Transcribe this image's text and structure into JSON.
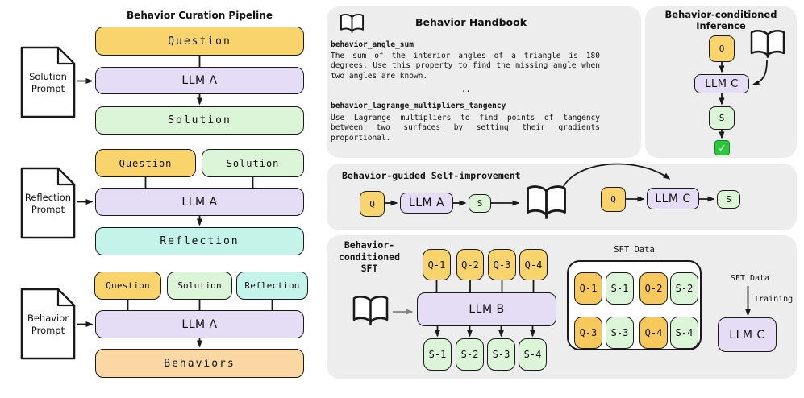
{
  "pipeline": {
    "title": "Behavior Curation Pipeline",
    "stage1": {
      "doc_line1": "Solution",
      "doc_line2": "Prompt",
      "input1": "Question",
      "llm": "LLM A",
      "output": "Solution"
    },
    "stage2": {
      "doc_line1": "Reflection",
      "doc_line2": "Prompt",
      "input1": "Question",
      "input2": "Solution",
      "llm": "LLM A",
      "output": "Reflection"
    },
    "stage3": {
      "doc_line1": "Behavior",
      "doc_line2": "Prompt",
      "input1": "Question",
      "input2": "Solution",
      "input3": "Reflection",
      "llm": "LLM A",
      "output": "Behaviors"
    }
  },
  "handbook": {
    "title": "Behavior Handbook",
    "entry1_name": "behavior_angle_sum",
    "entry1_text": "The sum of the interior angles of a triangle is 180 degrees. Use this property to find the missing angle when two angles are known.",
    "separator": "..",
    "entry2_name": "behavior_lagrange_multipliers_tangency",
    "entry2_text": "Use Lagrange multipliers to find points of tangency between two surfaces by setting their gradients proportional."
  },
  "inference": {
    "title_line1": "Behavior-conditioned",
    "title_line2": "Inference",
    "q": "Q",
    "llm": "LLM C",
    "s": "S",
    "check": "✓"
  },
  "self_improvement": {
    "title": "Behavior-guided Self-improvement",
    "q1": "Q",
    "llm_a": "LLM A",
    "s1": "S",
    "q2": "Q",
    "llm_c": "LLM C",
    "s2": "S"
  },
  "sft": {
    "title_line1": "Behavior-",
    "title_line2": "conditioned SFT",
    "q1": "Q-1",
    "q2": "Q-2",
    "q3": "Q-3",
    "q4": "Q-4",
    "llm_b": "LLM B",
    "s1": "S-1",
    "s2": "S-2",
    "s3": "S-3",
    "s4": "S-4",
    "data_label": "SFT Data",
    "pair_q1": "Q-1",
    "pair_s1": "S-1",
    "pair_q2": "Q-2",
    "pair_s2": "S-2",
    "pair_q3": "Q-3",
    "pair_s3": "S-3",
    "pair_q4": "Q-4",
    "pair_s4": "S-4",
    "right_data_label": "SFT Data",
    "training_label": "Training",
    "llm_c": "LLM C"
  },
  "colors": {
    "yellow": "#F9D46C",
    "pair_orange": "#F7C95C",
    "purple": "#E5DDF6",
    "green": "#DCF5D8",
    "cyan": "#C4F3EA",
    "behaviors_orange": "#FAD7A3",
    "panel_gray": "#EEEDED",
    "check_green": "#2FC63F"
  }
}
